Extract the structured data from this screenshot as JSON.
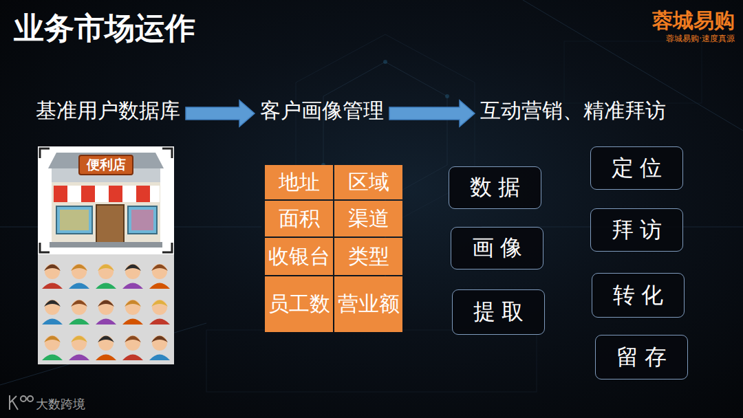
{
  "diagram": {
    "title": "业务市场运作",
    "nodes": [
      {
        "text": [
          "基准用户数据库"
        ]
      },
      {
        "text": [
          "客户画像管理"
        ]
      },
      {
        "text": [
          "互动营销、精准拜访"
        ]
      },
      {
        "text": [
          "地址"
        ]
      },
      {
        "text": [
          "区域"
        ]
      },
      {
        "text": [
          "面积"
        ]
      },
      {
        "text": [
          "渠道"
        ]
      },
      {
        "text": [
          "收银台"
        ]
      },
      {
        "text": [
          "类型"
        ]
      },
      {
        "text": [
          "员工数"
        ]
      },
      {
        "text": [
          "营业额"
        ]
      },
      {
        "text": [
          "数据"
        ]
      },
      {
        "text": [
          "画像"
        ]
      },
      {
        "text": [
          "提取"
        ]
      },
      {
        "text": [
          "定位"
        ]
      },
      {
        "text": [
          "拜访"
        ]
      },
      {
        "text": [
          "转化"
        ]
      },
      {
        "text": [
          "留存"
        ]
      }
    ],
    "edges": [
      {
        "from": 0,
        "to": 1,
        "arrow": "to"
      },
      {
        "from": 1,
        "to": 2,
        "arrow": "to"
      }
    ],
    "labels": [
      "便利店",
      "蓉城易购",
      "蓉城易购·速度真源",
      "大数跨境"
    ]
  }
}
